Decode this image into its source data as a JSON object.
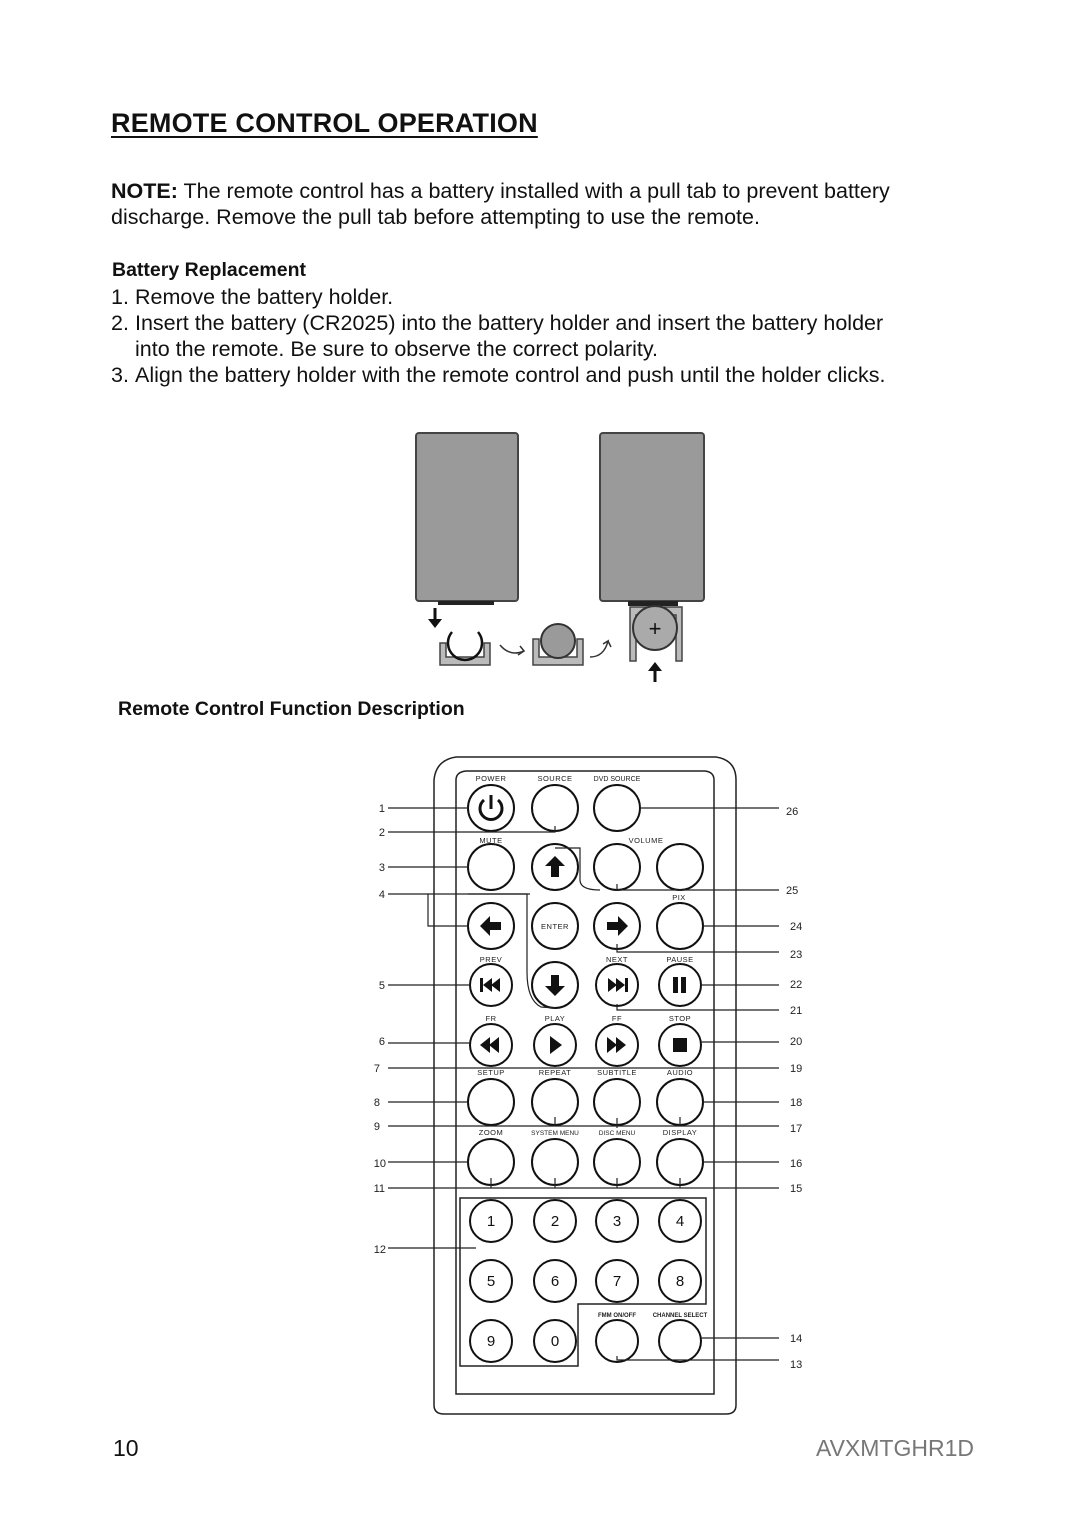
{
  "page": {
    "title": "REMOTE CONTROL OPERATION",
    "note_label": "NOTE:",
    "note_text": " The remote control has a battery installed with a pull tab to prevent battery discharge. Remove the pull tab before attempting to use the remote.",
    "battery_heading": "Battery Replacement",
    "steps": [
      {
        "num": "1.",
        "text": "Remove the battery holder."
      },
      {
        "num": "2.",
        "text": "Insert the battery (CR2025) into the battery holder and insert the battery holder into the remote. Be sure to observe the correct polarity."
      },
      {
        "num": "3.",
        "text": "Align the battery holder with the remote control and push until the holder clicks."
      }
    ],
    "function_heading": "Remote Control Function Description",
    "page_number": "10",
    "model": "AVXMTGHR1D"
  },
  "battery_diagram": {
    "plus": "+"
  },
  "remote": {
    "labels": {
      "power": "POWER",
      "source": "SOURCE",
      "dvd_source": "DVD SOURCE",
      "mute": "MUTE",
      "volume": "VOLUME",
      "pix": "PIX",
      "enter": "ENTER",
      "prev": "PREV",
      "next": "NEXT",
      "pause": "PAUSE",
      "fr": "FR",
      "play": "PLAY",
      "ff": "FF",
      "stop": "STOP",
      "setup": "SETUP",
      "repeat": "REPEAT",
      "subtitle": "SUBTITLE",
      "audio": "AUDIO",
      "zoom": "ZOOM",
      "system_menu": "SYSTEM MENU",
      "disc_menu": "DISC MENU",
      "display": "DISPLAY",
      "fmm": "FMM ON/OFF",
      "channel_select": "CHANNEL SELECT"
    },
    "digits": [
      "1",
      "2",
      "3",
      "4",
      "5",
      "6",
      "7",
      "8",
      "9",
      "0"
    ],
    "callouts_left": [
      "1",
      "2",
      "3",
      "4",
      "5",
      "6",
      "7",
      "8",
      "9",
      "10",
      "11",
      "12"
    ],
    "callouts_right": [
      "26",
      "25",
      "24",
      "23",
      "22",
      "21",
      "20",
      "19",
      "18",
      "17",
      "16",
      "15",
      "14",
      "13"
    ]
  }
}
